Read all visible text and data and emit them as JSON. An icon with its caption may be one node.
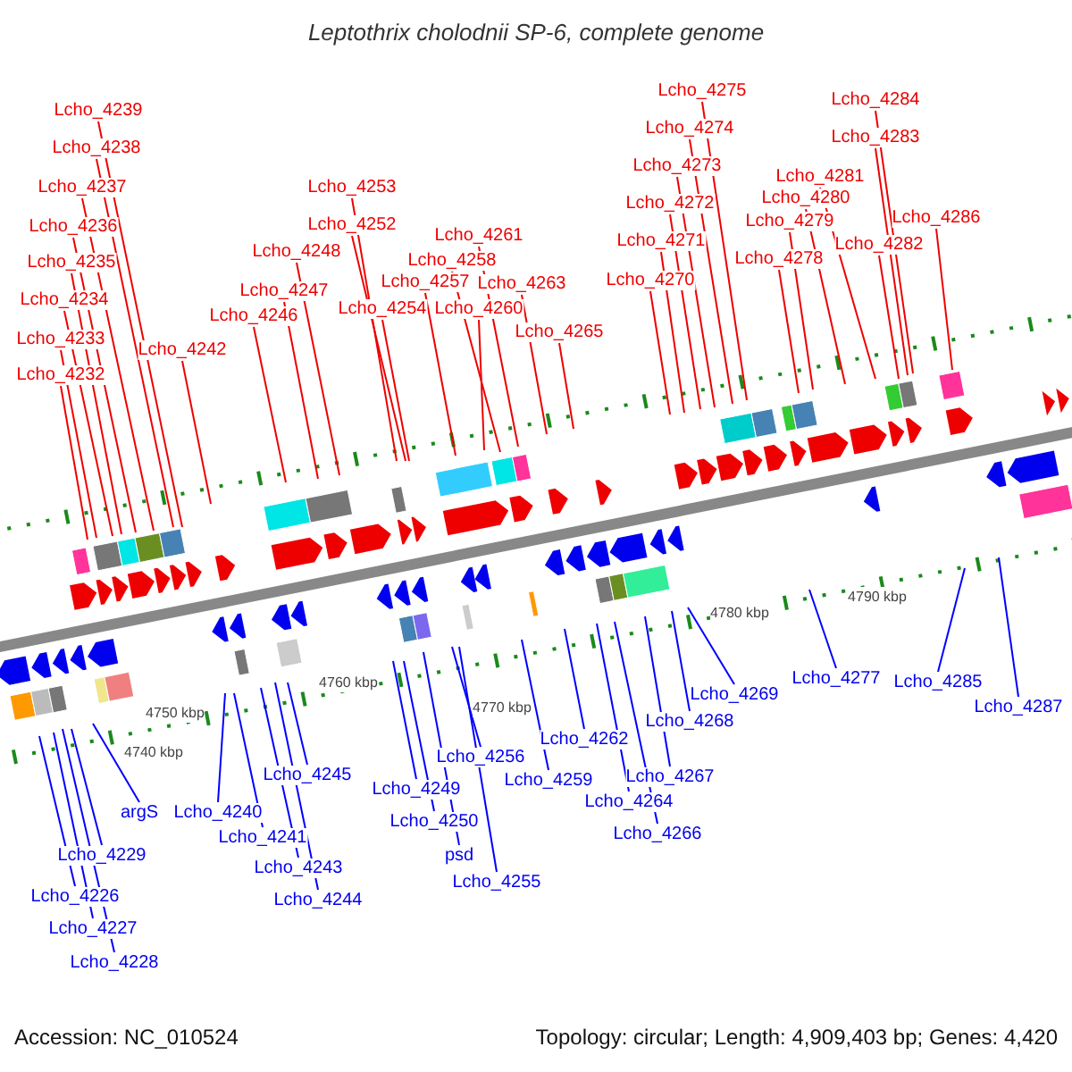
{
  "diagram": {
    "title": "Leptothrix cholodnii SP-6, complete genome",
    "nodes": [
      {
        "text": [
          "Lcho_4239"
        ]
      },
      {
        "text": [
          "Lcho_4238"
        ]
      },
      {
        "text": [
          "Lcho_4237"
        ]
      },
      {
        "text": [
          "Lcho_4236"
        ]
      },
      {
        "text": [
          "Lcho_4235"
        ]
      },
      {
        "text": [
          "Lcho_4234"
        ]
      },
      {
        "text": [
          "Lcho_4233"
        ]
      },
      {
        "text": [
          "Lcho_4232"
        ]
      },
      {
        "text": [
          "Lcho_4242"
        ]
      },
      {
        "text": [
          "Lcho_4253"
        ]
      },
      {
        "text": [
          "Lcho_4252"
        ]
      },
      {
        "text": [
          "Lcho_4248"
        ]
      },
      {
        "text": [
          "Lcho_4247"
        ]
      },
      {
        "text": [
          "Lcho_4246"
        ]
      },
      {
        "text": [
          "Lcho_4254"
        ]
      },
      {
        "text": [
          "Lcho_4261"
        ]
      },
      {
        "text": [
          "Lcho_4258"
        ]
      },
      {
        "text": [
          "Lcho_4257"
        ]
      },
      {
        "text": [
          "Lcho_4263"
        ]
      },
      {
        "text": [
          "Lcho_4260"
        ]
      },
      {
        "text": [
          "Lcho_4265"
        ]
      },
      {
        "text": [
          "Lcho_4275"
        ]
      },
      {
        "text": [
          "Lcho_4274"
        ]
      },
      {
        "text": [
          "Lcho_4273"
        ]
      },
      {
        "text": [
          "Lcho_4272"
        ]
      },
      {
        "text": [
          "Lcho_4271"
        ]
      },
      {
        "text": [
          "Lcho_4270"
        ]
      },
      {
        "text": [
          "Lcho_4284"
        ]
      },
      {
        "text": [
          "Lcho_4283"
        ]
      },
      {
        "text": [
          "Lcho_4281"
        ]
      },
      {
        "text": [
          "Lcho_4280"
        ]
      },
      {
        "text": [
          "Lcho_4279"
        ]
      },
      {
        "text": [
          "Lcho_4286"
        ]
      },
      {
        "text": [
          "Lcho_4278"
        ]
      },
      {
        "text": [
          "Lcho_4282"
        ]
      },
      {
        "text": [
          "Lcho_4269"
        ]
      },
      {
        "text": [
          "Lcho_4268"
        ]
      },
      {
        "text": [
          "Lcho_4277"
        ]
      },
      {
        "text": [
          "Lcho_4285"
        ]
      },
      {
        "text": [
          "Lcho_4287"
        ]
      },
      {
        "text": [
          "Lcho_4262"
        ]
      },
      {
        "text": [
          "Lcho_4267"
        ]
      },
      {
        "text": [
          "Lcho_4256"
        ]
      },
      {
        "text": [
          "Lcho_4259"
        ]
      },
      {
        "text": [
          "Lcho_4245"
        ]
      },
      {
        "text": [
          "Lcho_4249"
        ]
      },
      {
        "text": [
          "Lcho_4264"
        ]
      },
      {
        "text": [
          "argS"
        ]
      },
      {
        "text": [
          "Lcho_4240"
        ]
      },
      {
        "text": [
          "Lcho_4250"
        ]
      },
      {
        "text": [
          "Lcho_4266"
        ]
      },
      {
        "text": [
          "Lcho_4241"
        ]
      },
      {
        "text": [
          "Lcho_4229"
        ]
      },
      {
        "text": [
          "psd"
        ]
      },
      {
        "text": [
          "Lcho_4243"
        ]
      },
      {
        "text": [
          "Lcho_4255"
        ]
      },
      {
        "text": [
          "Lcho_4226"
        ]
      },
      {
        "text": [
          "Lcho_4244"
        ]
      },
      {
        "text": [
          "Lcho_4227"
        ]
      },
      {
        "text": [
          "Lcho_4228"
        ]
      }
    ],
    "edges": [
      {
        "from": 0,
        "to": null,
        "arrow": "none"
      },
      {
        "from": 1,
        "to": null,
        "arrow": "none"
      },
      {
        "from": 2,
        "to": null,
        "arrow": "none"
      },
      {
        "from": 3,
        "to": null,
        "arrow": "none"
      },
      {
        "from": 4,
        "to": null,
        "arrow": "none"
      },
      {
        "from": 5,
        "to": null,
        "arrow": "none"
      },
      {
        "from": 6,
        "to": null,
        "arrow": "none"
      },
      {
        "from": 7,
        "to": null,
        "arrow": "none"
      },
      {
        "from": 8,
        "to": null,
        "arrow": "none"
      },
      {
        "from": 9,
        "to": null,
        "arrow": "none"
      },
      {
        "from": 10,
        "to": null,
        "arrow": "none"
      },
      {
        "from": 11,
        "to": null,
        "arrow": "none"
      },
      {
        "from": 12,
        "to": null,
        "arrow": "none"
      },
      {
        "from": 13,
        "to": null,
        "arrow": "none"
      },
      {
        "from": 14,
        "to": null,
        "arrow": "none"
      },
      {
        "from": 15,
        "to": null,
        "arrow": "none"
      },
      {
        "from": 16,
        "to": null,
        "arrow": "none"
      },
      {
        "from": 17,
        "to": null,
        "arrow": "none"
      },
      {
        "from": 18,
        "to": null,
        "arrow": "none"
      },
      {
        "from": 19,
        "to": null,
        "arrow": "none"
      },
      {
        "from": 20,
        "to": null,
        "arrow": "none"
      },
      {
        "from": 21,
        "to": null,
        "arrow": "none"
      },
      {
        "from": 22,
        "to": null,
        "arrow": "none"
      },
      {
        "from": 23,
        "to": null,
        "arrow": "none"
      },
      {
        "from": 24,
        "to": null,
        "arrow": "none"
      },
      {
        "from": 25,
        "to": null,
        "arrow": "none"
      },
      {
        "from": 26,
        "to": null,
        "arrow": "none"
      },
      {
        "from": 27,
        "to": null,
        "arrow": "none"
      },
      {
        "from": 28,
        "to": null,
        "arrow": "none"
      },
      {
        "from": 29,
        "to": null,
        "arrow": "none"
      },
      {
        "from": 30,
        "to": null,
        "arrow": "none"
      },
      {
        "from": 31,
        "to": null,
        "arrow": "none"
      },
      {
        "from": 32,
        "to": null,
        "arrow": "none"
      },
      {
        "from": 33,
        "to": null,
        "arrow": "none"
      },
      {
        "from": 34,
        "to": null,
        "arrow": "none"
      },
      {
        "from": 35,
        "to": null,
        "arrow": "none",
        "color": "#0000ff"
      },
      {
        "from": 36,
        "to": null,
        "arrow": "none",
        "color": "#0000ff"
      },
      {
        "from": 37,
        "to": null,
        "arrow": "none",
        "color": "#0000ff"
      },
      {
        "from": 38,
        "to": null,
        "arrow": "none",
        "color": "#0000ff"
      },
      {
        "from": 39,
        "to": null,
        "arrow": "none",
        "color": "#0000ff"
      },
      {
        "from": 40,
        "to": null,
        "arrow": "none",
        "color": "#0000ff"
      },
      {
        "from": 41,
        "to": null,
        "arrow": "none",
        "color": "#0000ff"
      },
      {
        "from": 42,
        "to": null,
        "arrow": "none",
        "color": "#0000ff"
      },
      {
        "from": 43,
        "to": null,
        "arrow": "none",
        "color": "#0000ff"
      },
      {
        "from": 44,
        "to": null,
        "arrow": "none",
        "color": "#0000ff"
      },
      {
        "from": 45,
        "to": null,
        "arrow": "none",
        "color": "#0000ff"
      },
      {
        "from": 46,
        "to": null,
        "arrow": "none",
        "color": "#0000ff"
      },
      {
        "from": 47,
        "to": null,
        "arrow": "none",
        "color": "#0000ff"
      },
      {
        "from": 48,
        "to": null,
        "arrow": "none",
        "color": "#0000ff"
      },
      {
        "from": 49,
        "to": null,
        "arrow": "none",
        "color": "#0000ff"
      },
      {
        "from": 50,
        "to": null,
        "arrow": "none",
        "color": "#0000ff"
      },
      {
        "from": 51,
        "to": null,
        "arrow": "none",
        "color": "#0000ff"
      },
      {
        "from": 52,
        "to": null,
        "arrow": "none",
        "color": "#0000ff"
      },
      {
        "from": 53,
        "to": null,
        "arrow": "none",
        "color": "#0000ff"
      },
      {
        "from": 54,
        "to": null,
        "arrow": "none",
        "color": "#0000ff"
      },
      {
        "from": 55,
        "to": null,
        "arrow": "none",
        "color": "#0000ff"
      },
      {
        "from": 56,
        "to": null,
        "arrow": "none",
        "color": "#0000ff"
      },
      {
        "from": 57,
        "to": null,
        "arrow": "none",
        "color": "#0000ff"
      },
      {
        "from": 58,
        "to": null,
        "arrow": "none",
        "color": "#0000ff"
      },
      {
        "from": 59,
        "to": null,
        "arrow": "none",
        "color": "#0000ff"
      }
    ],
    "labels": [
      "4790 kbp",
      "4780 kbp",
      "4770 kbp",
      "4760 kbp",
      "4750 kbp",
      "4740 kbp",
      "Accession: NC_010524",
      "Topology: circular; Length: 4,909,403 bp; Genes: 4,420"
    ]
  }
}
